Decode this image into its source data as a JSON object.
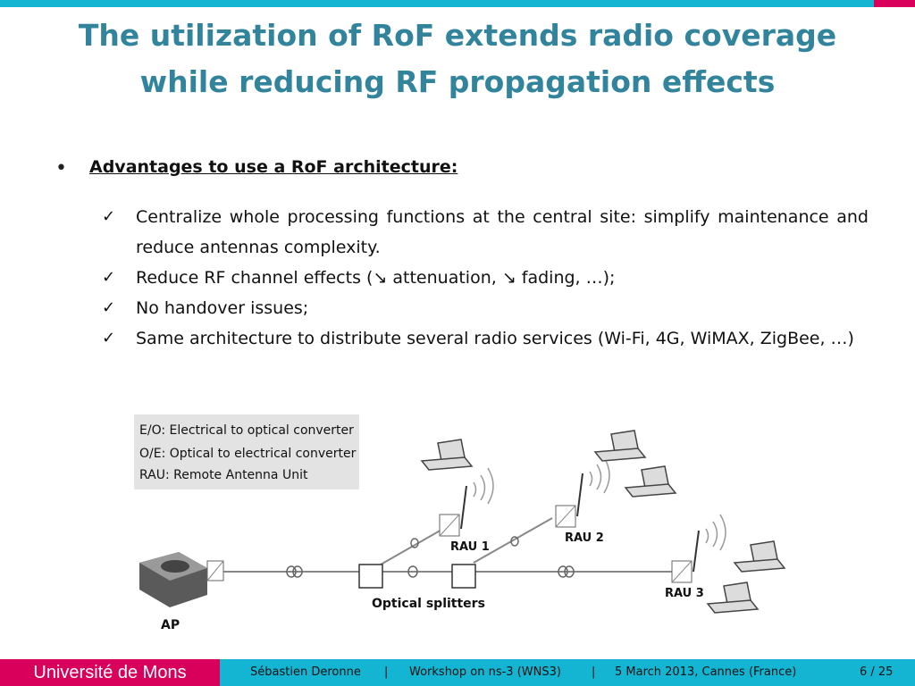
{
  "slide": {
    "title_line1": "The utilization of RoF extends radio coverage",
    "title_line2": "while reducing RF propagation effects",
    "bullet_heading": "Advantages to use a RoF architecture:",
    "items": [
      "Centralize whole processing functions at the central site: simplify maintenance and reduce antennas complexity.",
      "Reduce RF channel effects (↘ attenuation, ↘ fading, …);",
      "No handover issues;",
      "Same architecture to distribute several radio services (Wi-Fi, 4G, WiMAX, ZigBee, …)"
    ]
  },
  "diagram": {
    "legend": [
      "E/O: Electrical to optical converter",
      "O/E: Optical to electrical converter",
      "RAU: Remote Antenna Unit"
    ],
    "labels": {
      "ap": "AP",
      "splitters": "Optical splitters",
      "rau1": "RAU 1",
      "rau2": "RAU 2",
      "rau3": "RAU 3"
    }
  },
  "footer": {
    "brand": "Université de Mons",
    "author": "Sébastien Deronne",
    "separator": "|",
    "event": "Workshop on ns-3 (WNS3)",
    "date": "5 March 2013, Cannes (France)",
    "page": "6 / 25"
  },
  "colors": {
    "accent": "#13b5d2",
    "brand": "#d8005a",
    "title": "#31849b"
  }
}
